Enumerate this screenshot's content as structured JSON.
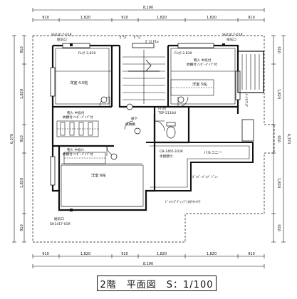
{
  "title": "2階　平面図　S：1/100",
  "dims_top_total": "8,190",
  "dims_top_segments": [
    "910",
    "1,820",
    "910",
    "1,820",
    "1,820",
    "910"
  ],
  "dims_bottom_total": "8,190",
  "dims_bottom_segments": [
    "910",
    "1,820",
    "910",
    "1,820",
    "1,820",
    "910"
  ],
  "dims_left_total": "6,370",
  "dims_left_segments": [
    "910",
    "1,820",
    "910",
    "1,820",
    "910"
  ],
  "dims_right_total": "6,370",
  "dims_right_segments": [
    "910",
    "1,820",
    "910",
    "1,820",
    "910"
  ],
  "labels": {
    "vent_tl_code": "SH1417-01R",
    "vent_tl_name": "給気口",
    "vent_tr_code": "SH1417-01R",
    "vent_tr_name": "排気口",
    "vent_bl_name": "給気口",
    "vent_bl_code": "SH1417-01R",
    "window_top_a": "ｶﾞﾗｽ",
    "window_top_b": "ｶﾞﾗｽ",
    "window_top_c": "ｶﾞﾗｽ F1x",
    "fl_left": "FLｶﾗ 2,830",
    "fl_right": "FLｶﾗ 2,830",
    "room_left": "洋室 4.5帖",
    "room_right": "洋室 5帖",
    "room_bottom": "洋室 6帖",
    "closet_left": "物入 中段付",
    "closet_left_2": "枕棚付 ﾊﾝｶﾞｰﾊﾟｲﾌﾟ付",
    "closet_right": "物入 中段付",
    "closet_right_2": "枕棚付 ﾊﾝｶﾞｰﾊﾟｲﾌﾟ付",
    "closet_bottom": "物入 中段ﾅｼ",
    "closet_bottom_2": "枕棚付 ﾊﾝｶﾞｰﾊﾟｲﾌﾟ付",
    "toilet": "ﾄｲﾚ付",
    "toilet_code": "TSP-2118U",
    "hall": "廊下",
    "storage_shelf": "収納棚",
    "balcony": "バルコニー",
    "balcony_code": "CB-1465-102K",
    "balcony_fence": "手摺壁付",
    "balcony_drain_a": "ﾀﾞﾝﾊﾟｰﾊﾟｲﾌﾟ ﾄﾞﾚﾝ",
    "balcony_drain_b": "ﾄﾞﾚｲﾝｸﾞｸﾞｨｯﾄﾞ(ﾀｶｻｷ)ﾏﾂﾗ",
    "side_note": "ｴｱｺﾝｽﾘｰﾌﾞ"
  }
}
